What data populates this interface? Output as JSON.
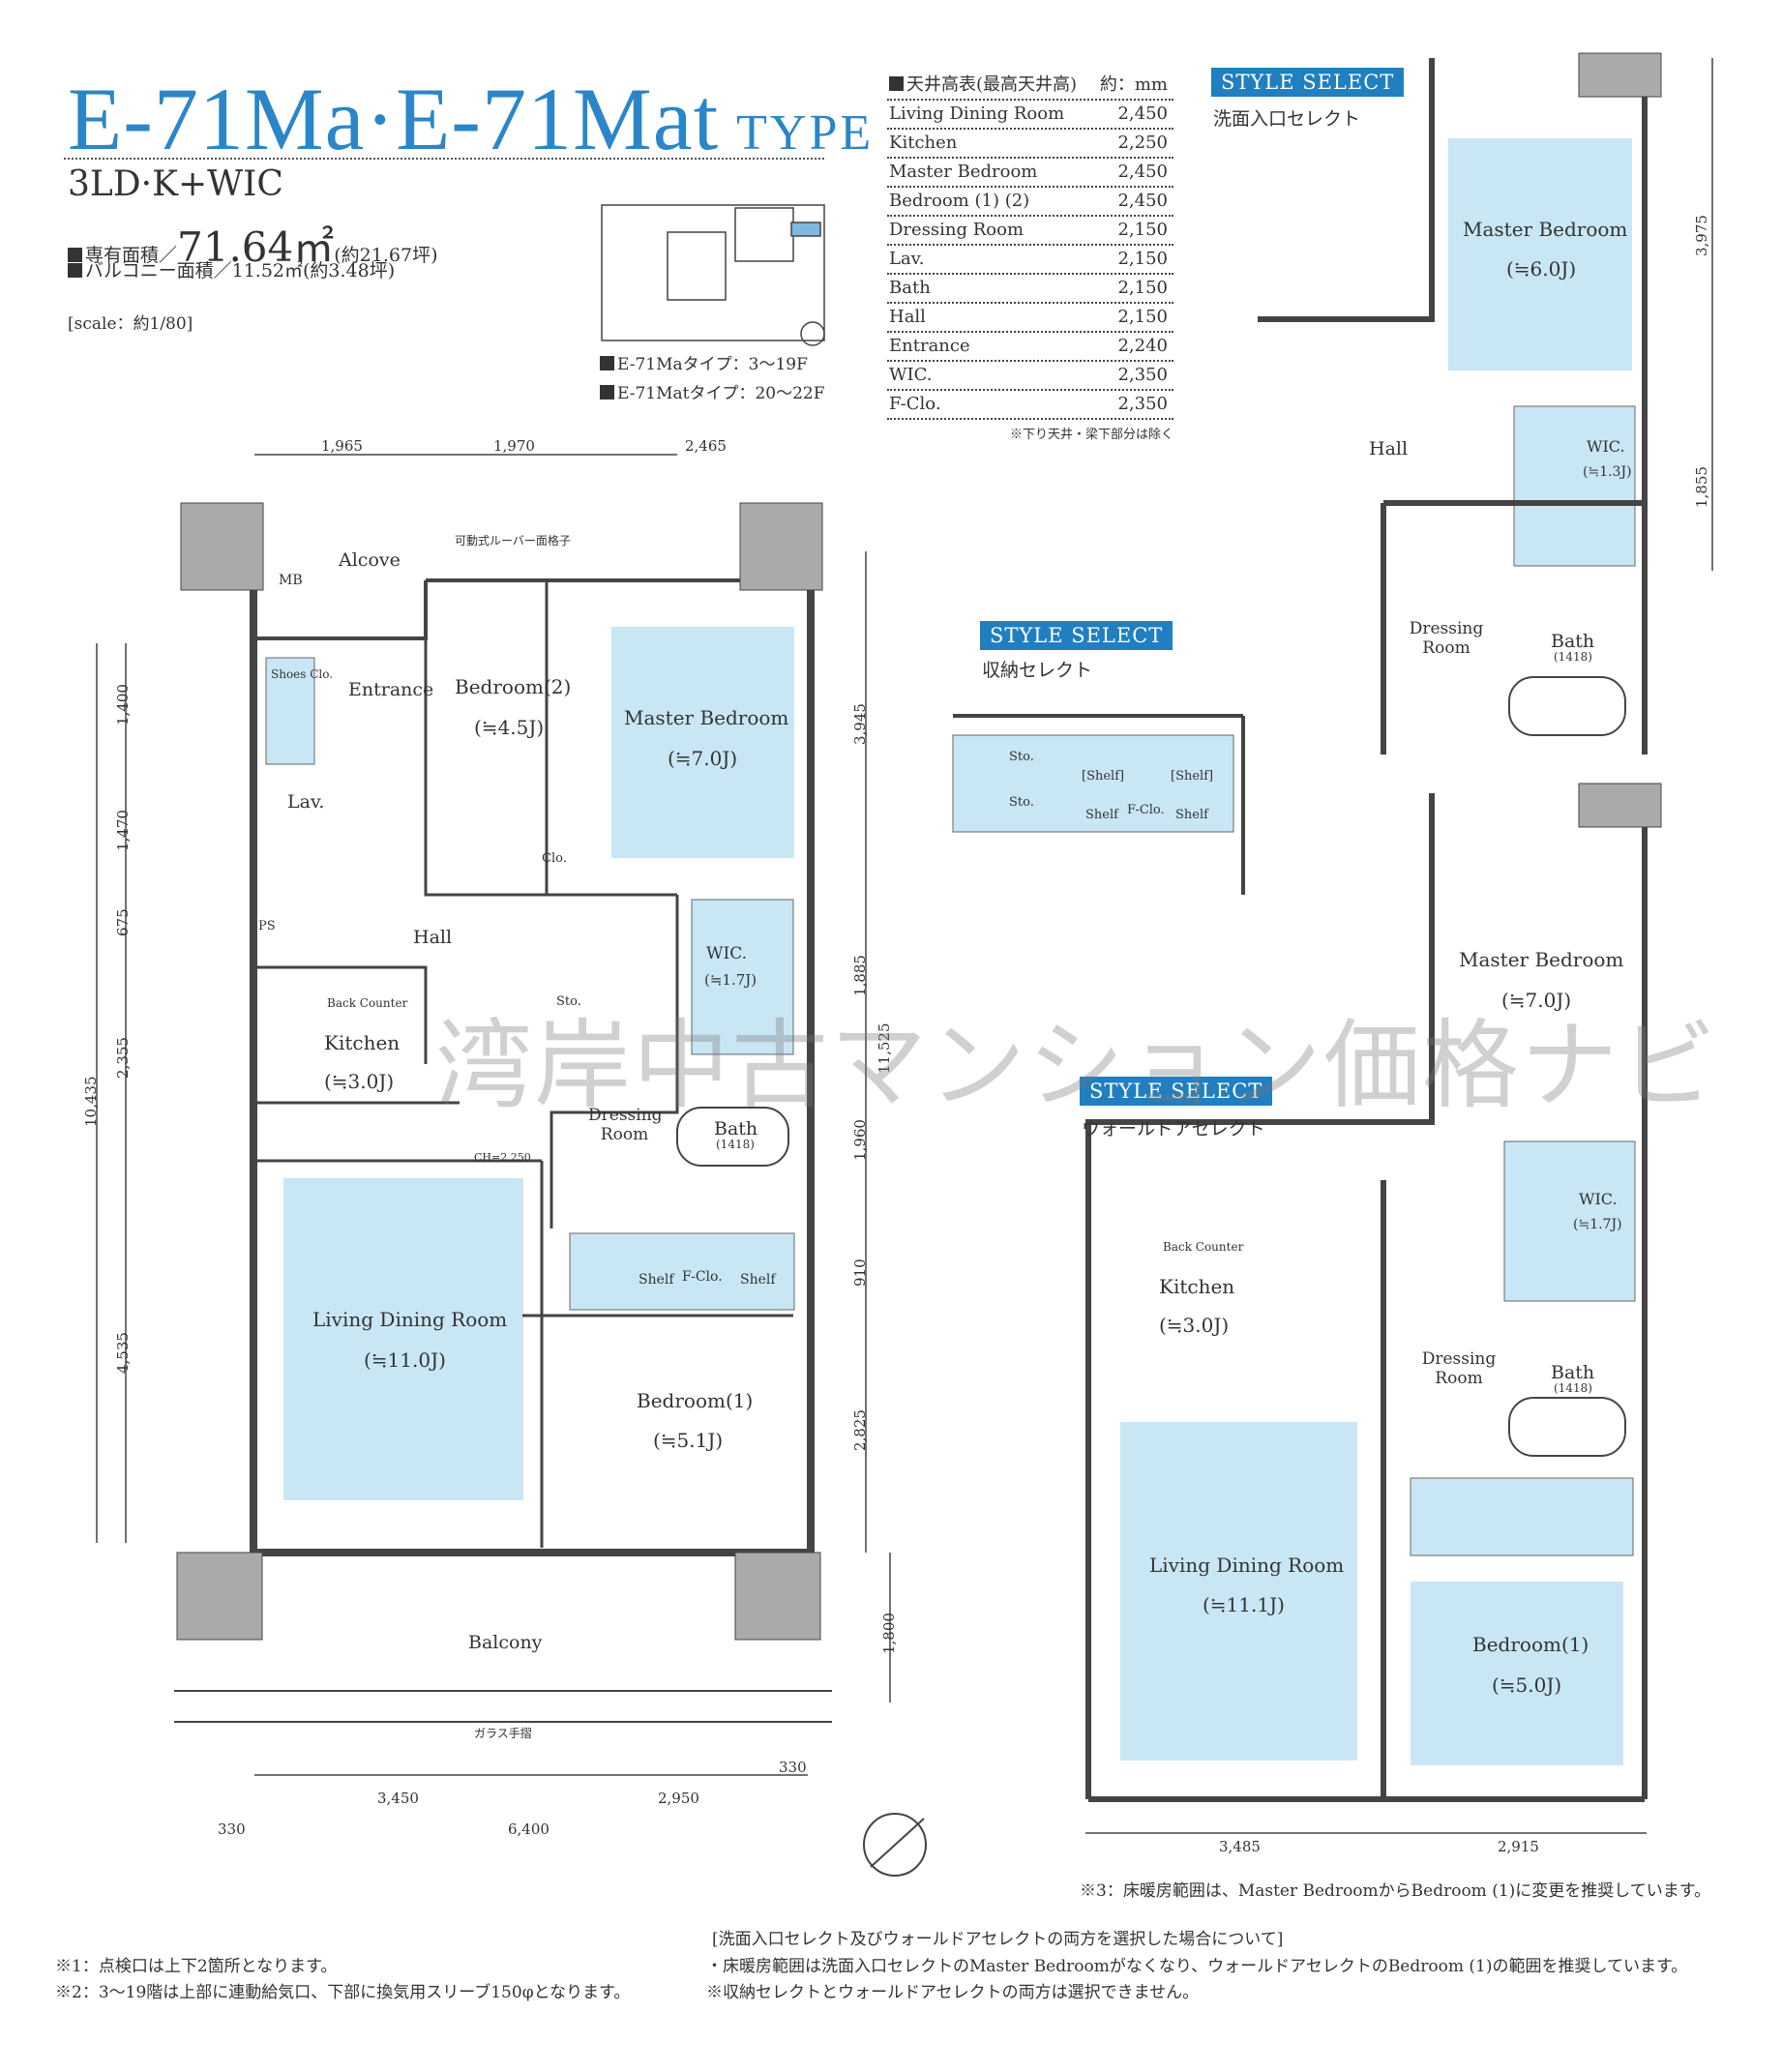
{
  "header": {
    "title": "E-71Ma·E-71Mat",
    "title_suffix": "TYPE",
    "layout": "3LD·K+WIC",
    "area_label": "専有面積／",
    "area_value": "71.64㎡",
    "area_tsubo": "(約21.67坪)",
    "balcony_area": "バルコニー面積／11.52㎡(約3.48坪)",
    "scale": "[scale：約1/80]",
    "types": [
      "E-71Maタイプ：3～19F",
      "E-71Matタイプ：20～22F"
    ]
  },
  "ceiling_table": {
    "title": "天井高表(最高天井高)",
    "unit": "約：mm",
    "rows": [
      {
        "room": "Living Dining Room",
        "value": "2,450"
      },
      {
        "room": "Kitchen",
        "value": "2,250"
      },
      {
        "room": "Master Bedroom",
        "value": "2,450"
      },
      {
        "room": "Bedroom (1) (2)",
        "value": "2,450"
      },
      {
        "room": "Dressing Room",
        "value": "2,150"
      },
      {
        "room": "Lav.",
        "value": "2,150"
      },
      {
        "room": "Bath",
        "value": "2,150"
      },
      {
        "room": "Hall",
        "value": "2,150"
      },
      {
        "room": "Entrance",
        "value": "2,240"
      },
      {
        "room": "WIC.",
        "value": "2,350"
      },
      {
        "room": "F-Clo.",
        "value": "2,350"
      }
    ],
    "note": "※下り天井・梁下部分は除く"
  },
  "main_plan": {
    "rooms": {
      "alcove": "Alcove",
      "entrance": "Entrance",
      "bedroom2": "Bedroom(2)",
      "bedroom2_size": "(≒4.5J)",
      "master": "Master Bedroom",
      "master_size": "(≒7.0J)",
      "lav": "Lav.",
      "hall": "Hall",
      "wic": "WIC.",
      "wic_size": "(≒1.7J)",
      "back_counter": "Back Counter",
      "kitchen": "Kitchen",
      "kitchen_size": "(≒3.0J)",
      "dressing": "Dressing Room",
      "bath": "Bath",
      "bath_size": "(1418)",
      "ldr": "Living Dining Room",
      "ldr_size": "(≒11.0J)",
      "bedroom1": "Bedroom(1)",
      "bedroom1_size": "(≒5.1J)",
      "balcony": "Balcony",
      "shelf": "Shelf",
      "fclo": "F-Clo.",
      "mb": "MB",
      "ps": "PS",
      "sto": "Sto.",
      "clo": "Clo.",
      "shoes": "Shoes Clo.",
      "louver": "可動式ルーバー面格子",
      "glass": "ガラス手摺",
      "ch": "CH=2,250"
    },
    "dims_top": [
      "1,965",
      "1,970",
      "2,465"
    ],
    "dims_left": [
      "1,400",
      "1,470",
      "675",
      "2,355",
      "4,535"
    ],
    "dim_left_total": "10,435",
    "dims_right": [
      "3,945",
      "1,885",
      "1,960",
      "910",
      "2,825"
    ],
    "dim_right_total": "11,525",
    "dim_balcony": "1,800",
    "dims_bottom": [
      "3,450",
      "2,950"
    ],
    "dims_bottom2": [
      "330",
      "6,400",
      "330"
    ]
  },
  "selects": [
    {
      "badge": "STYLE SELECT",
      "name": "洗面入口セレクト",
      "rooms": [
        "Master Bedroom",
        "(≒6.0J)",
        "Hall",
        "WIC.",
        "(≒1.3J)",
        "Dressing Room",
        "Bath",
        "(1418)"
      ],
      "dims": [
        "3,975",
        "1,855"
      ]
    },
    {
      "badge": "STYLE SELECT",
      "name": "収納セレクト",
      "rooms": [
        "Sto.",
        "Sto.",
        "[Shelf]",
        "[Shelf]",
        "Shelf",
        "F-Clo.",
        "Shelf"
      ]
    },
    {
      "badge": "STYLE SELECT",
      "name": "ウォールドアセレクト",
      "rooms": [
        "Master Bedroom",
        "(≒7.0J)",
        "WIC.",
        "(≒1.7J)",
        "Back Counter",
        "Kitchen",
        "(≒3.0J)",
        "Dressing Room",
        "Bath",
        "(1418)",
        "Living Dining Room",
        "(≒11.1J)",
        "Bedroom(1)",
        "(≒5.0J)"
      ],
      "dims": [
        "3,485",
        "2,915"
      ]
    }
  ],
  "notes": {
    "n3": "※3：床暖房範囲は、Master BedroomからBedroom (1)に変更を推奨しています。",
    "n1": "※1：点検口は上下2箇所となります。",
    "n2": "※2：3～19階は上部に連動給気口、下部に換気用スリーブ150φとなります。",
    "both_title": "[洗面入口セレクト及びウォールドアセレクトの両方を選択した場合について]",
    "both_1": "・床暖房範囲は洗面入口セレクトのMaster Bedroomがなくなり、ウォールドアセレクトのBedroom (1)の範囲を推奨しています。",
    "both_2": "※収納セレクトとウォールドアセレクトの両方は選択できません。"
  },
  "watermark": "湾岸中古マンション価格ナビ",
  "colors": {
    "title": "#2a86c8",
    "badge": "#1f7fc0",
    "floor_blue": "#c9e6f5",
    "wall": "#444444"
  }
}
